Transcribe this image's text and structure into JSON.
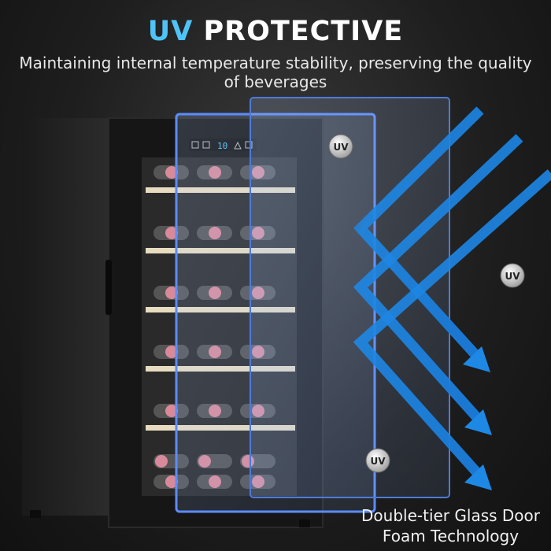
{
  "headline": {
    "accent": "UV",
    "rest": "PROTECTIVE"
  },
  "subtitle": "Maintaining internal temperature stability, preserving the quality of beverages",
  "caption": {
    "line1": "Double-tier Glass Door",
    "line2": "Foam Technology"
  },
  "control_panel": {
    "temperature": "10"
  },
  "badges": {
    "uv_label": "UV"
  },
  "colors": {
    "accent": "#4fc3f7",
    "arrow": "#1e88e5",
    "shelf": "#e8dcc0",
    "bottle_cap": "#d98a9a"
  },
  "product": {
    "shelf_count": 6,
    "bottles_per_shelf": 3
  }
}
